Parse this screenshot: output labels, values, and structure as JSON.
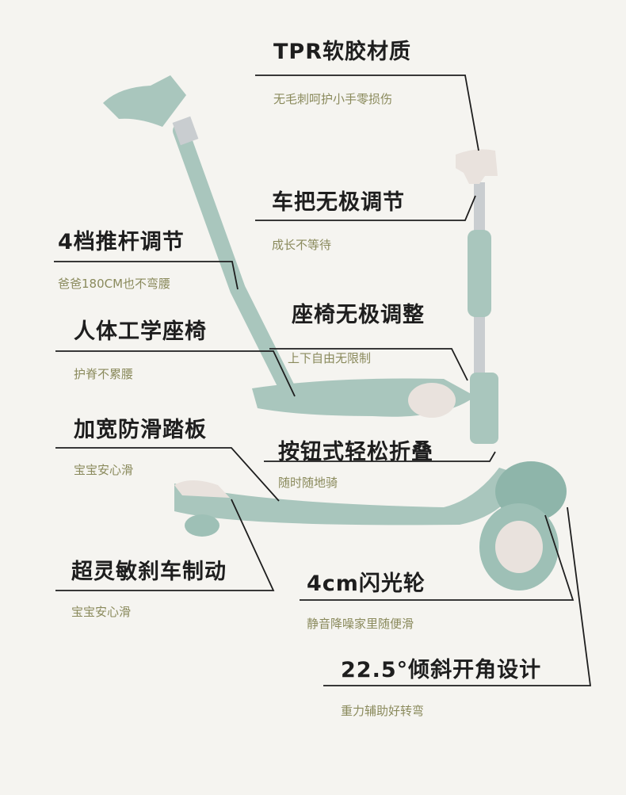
{
  "features": [
    {
      "id": "tpr",
      "title": "TPR软胶材质",
      "subtitle": "无毛刺呵护小手零损伤"
    },
    {
      "id": "handlebar",
      "title": "车把无极调节",
      "subtitle": "成长不等待"
    },
    {
      "id": "pushbar",
      "title": "4档推杆调节",
      "subtitle": "爸爸180CM也不弯腰"
    },
    {
      "id": "seat-adjust",
      "title": "座椅无极调整",
      "subtitle": "上下自由无限制"
    },
    {
      "id": "ergo-seat",
      "title": "人体工学座椅",
      "subtitle": "护脊不累腰"
    },
    {
      "id": "deck",
      "title": "加宽防滑踏板",
      "subtitle": "宝宝安心滑"
    },
    {
      "id": "fold",
      "title": "按钮式轻松折叠",
      "subtitle": "随时随地骑"
    },
    {
      "id": "brake",
      "title": "超灵敏刹车制动",
      "subtitle": "宝宝安心滑"
    },
    {
      "id": "wheel",
      "title": "4cm闪光轮",
      "subtitle": "静音降噪家里随便滑"
    },
    {
      "id": "angle",
      "title": "22.5°倾斜开角设计",
      "subtitle": "重力辅助好转弯"
    }
  ],
  "colors": {
    "background": "#f5f4f0",
    "scooter_body": "#a9c6bd",
    "scooter_dark": "#7fa39a",
    "grip": "#e9e2dd",
    "pole": "#c9cdd0",
    "line": "#1e1e1e"
  }
}
